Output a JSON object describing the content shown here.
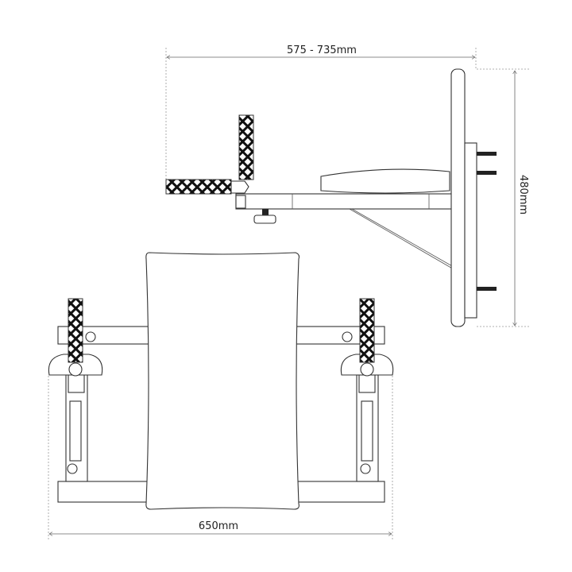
{
  "dimensions": {
    "depth_label": "575 - 735mm",
    "height_label": "480mm",
    "width_label": "650mm"
  },
  "colors": {
    "line": "#333333",
    "dimension": "#666666",
    "grip": "#111111"
  }
}
